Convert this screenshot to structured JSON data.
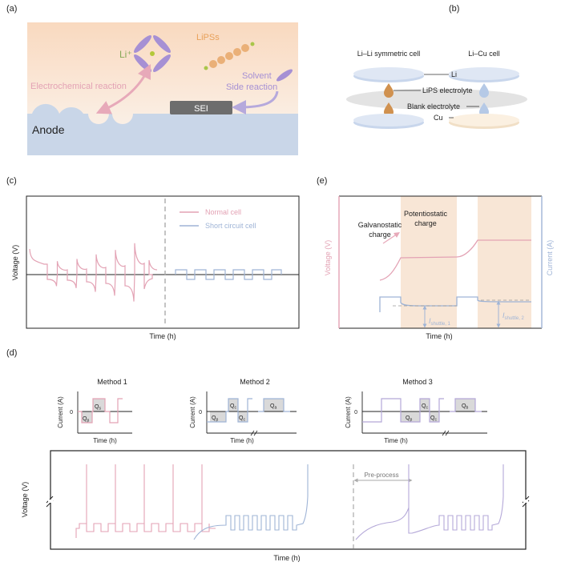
{
  "panels": {
    "a": {
      "tag": "(a)",
      "li_ion": "Li⁺",
      "lipss": "LiPSs",
      "solvent": "Solvent",
      "side_reaction": "Side reaction",
      "electrochemical": "Electrochemical reaction",
      "sei": "SEI",
      "anode": "Anode"
    },
    "b": {
      "tag": "(b)",
      "lili": "Li–Li symmetric cell",
      "licu": "Li–Cu cell",
      "li": "Li",
      "lips_electrolyte": "LiPS electrolyte",
      "blank_electrolyte": "Blank electrolyte",
      "cu": "Cu"
    },
    "c": {
      "tag": "(c)",
      "legend_normal": "Normal cell",
      "legend_short": "Short circuit cell",
      "ylabel": "Voltage (V)",
      "xlabel": "Time (h)"
    },
    "e": {
      "tag": "(e)",
      "galv_1": "Galvanostatic",
      "galv_2": "charge",
      "pot_1": "Potentiostatic",
      "pot_2": "charge",
      "ylabel_left": "Voltage (V)",
      "ylabel_right": "Current (A)",
      "xlabel": "Time (h)",
      "i_main": "I",
      "i_sub1": "shuttle, 1",
      "i_sub2": "shuttle, 2"
    },
    "d": {
      "tag": "(d)",
      "method1": "Method 1",
      "method2": "Method 2",
      "method3": "Method 3",
      "current": "Current (A)",
      "time": "Time (h)",
      "zero": "0",
      "qp": "Q",
      "qp_sub": "p",
      "qs": "Q",
      "qs_sub": "s",
      "qc": "Q",
      "qc_sub": "c",
      "qa": "Q",
      "qa_sub": "a",
      "qb": "Q",
      "qb_sub": "b",
      "preprocess": "Pre-process",
      "ylabel": "Voltage (V)",
      "xlabel": "Time (h)"
    }
  },
  "colors": {
    "pink": "#e3a2b4",
    "blue": "#9fb4d6",
    "purple": "#b4a8d8",
    "orange": "#e8a15a",
    "electrode": "#cfd9ec",
    "anode": "#c9d6e8",
    "shade": "#f8e6d6"
  }
}
